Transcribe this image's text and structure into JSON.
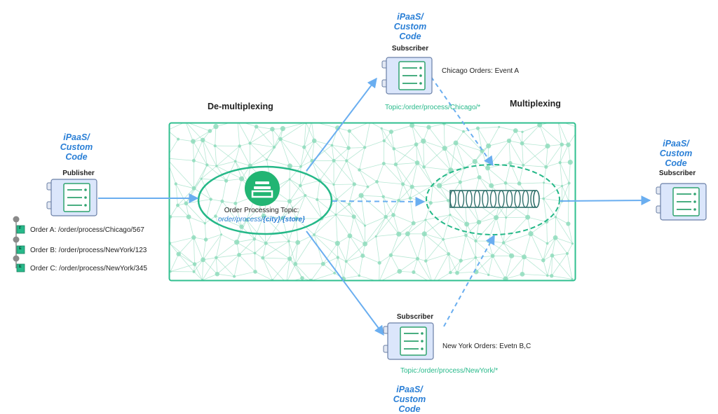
{
  "colors": {
    "accent": "#2a7fd6",
    "arrow": "#6aaef0",
    "topic": "#27b98a",
    "mesh": "#9fe0c6",
    "server_fill": "#dbe6fb",
    "server_stroke": "#6a7fa6"
  },
  "sections": {
    "demux": "De-multiplexing",
    "mux": "Multiplexing"
  },
  "publisher": {
    "provider": [
      "iPaaS/",
      "Custom",
      "Code"
    ],
    "role": "Publisher"
  },
  "subscriber_top": {
    "provider": [
      "iPaaS/",
      "Custom",
      "Code"
    ],
    "role": "Subscriber",
    "label": "Chicago Orders: Event A",
    "topic": "Topic:/order/process/Chicago/*"
  },
  "subscriber_right": {
    "provider": [
      "iPaaS/",
      "Custom",
      "Code"
    ],
    "role": "Subscriber"
  },
  "subscriber_bottom": {
    "provider": [
      "iPaaS/",
      "Custom",
      "Code"
    ],
    "role": "Subscriber",
    "label": "New York Orders: Evetn B,C",
    "topic": "Topic:/order/process/NewYork/*"
  },
  "center_topic": {
    "title": "Order Processing Topic:",
    "path_prefix": "order/process/",
    "path_city": "{city}",
    "path_sep": "/",
    "path_store": "{store}"
  },
  "orders": [
    {
      "badge": "F",
      "text": "Order A: /order/process/Chicago/567"
    },
    {
      "badge": "E",
      "text": "Order B: /order/process/NewYork/123"
    },
    {
      "badge": "E",
      "text": "Order C: /order/process/NewYork/345"
    }
  ]
}
